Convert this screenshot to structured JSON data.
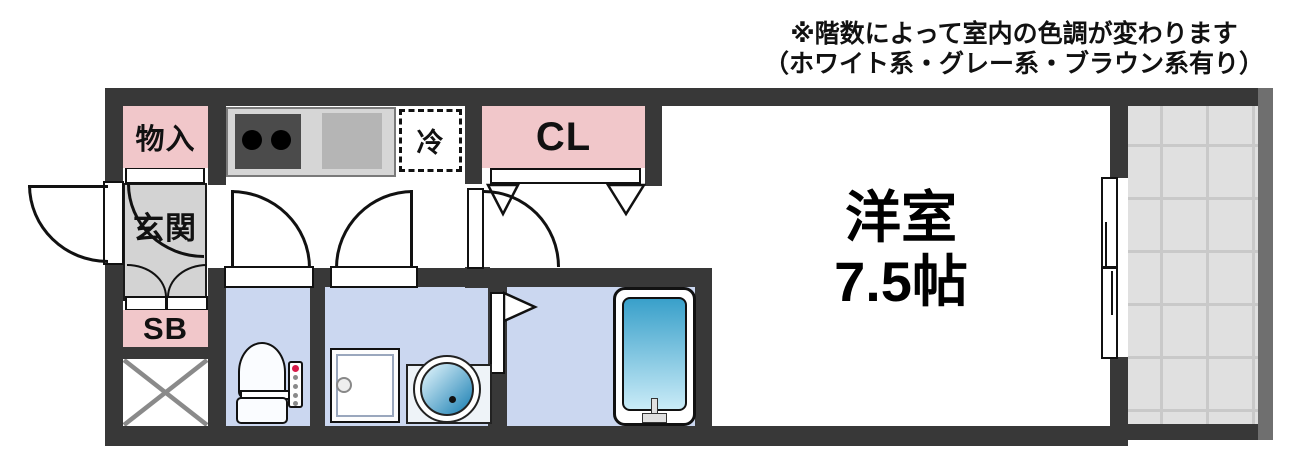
{
  "annotation": {
    "line1": "※階数によって室内の色調が変わります",
    "line2": "（ホワイト系・グレー系・ブラウン系有り）"
  },
  "rooms": {
    "storage_label": "物入",
    "entrance_label": "玄関",
    "shoe_box_label": "SB",
    "refrigerator_label": "冷",
    "closet_label": "CL",
    "main_room_label": "洋室",
    "main_room_size": "7.5帖"
  },
  "colors": {
    "wall": "#383838",
    "balcony_wall": "#6f6f6f",
    "label_pink": "#f1c7ca",
    "entrance_floor_gray": "#d3d3d3",
    "wet_area_blue": "#cbd7f0",
    "balcony_tile": "#e0e0e0",
    "tile_line": "#c9c9c9",
    "bathtub_blue_top": "#39a0ca",
    "bathtub_blue_bottom": "#c9ebf7",
    "kitchen_counter": "#d6d6d6",
    "stove": "#4b4b4b",
    "sink": "#b5b5b5",
    "vanity_bowl_blue": "#3790bd",
    "shaft_cross_gray": "#8a8a8a"
  }
}
